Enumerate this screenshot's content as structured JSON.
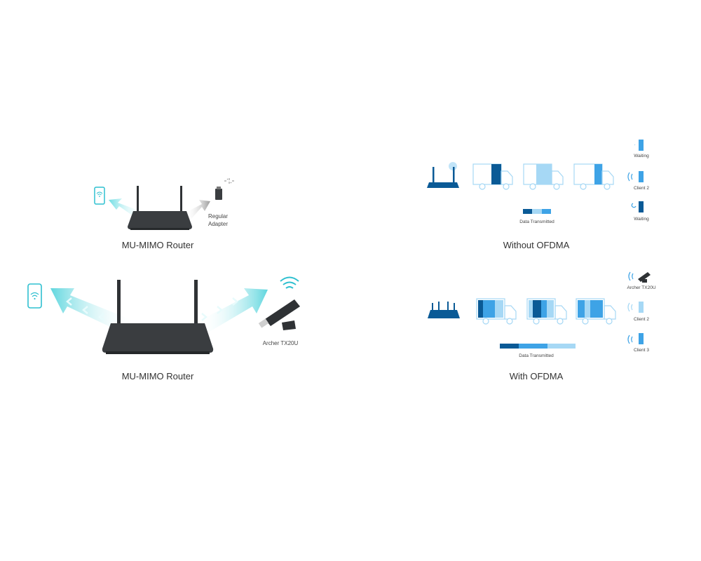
{
  "mimo_top": {
    "caption": "MU-MIMO Router",
    "adapter_label_1": "Regular",
    "adapter_label_2": "Adapter",
    "icons": [
      "phone-wifi-icon",
      "router-icon",
      "usb-adapter-icon",
      "loading-icon"
    ]
  },
  "mimo_bottom": {
    "caption": "MU-MIMO Router",
    "adapter_label": "Archer TX20U",
    "icons": [
      "phone-wifi-icon",
      "router-icon",
      "wifi-icon",
      "usb-adapter-icon"
    ]
  },
  "without_ofdma": {
    "caption": "Without OFDMA",
    "data_label": "Data Transmitted",
    "clients": [
      "Waiting",
      "Client 2",
      "Waiting"
    ]
  },
  "with_ofdma": {
    "caption": "With OFDMA",
    "data_label": "Data Transmitted",
    "clients": [
      "Archer TX20U",
      "Client 2",
      "Client 3"
    ]
  },
  "colors": {
    "dark_blue": "#0a5a96",
    "mid_blue": "#3ea3e6",
    "light_blue": "#a6d8f5",
    "cyan": "#7fe0e6",
    "router_gray": "#3a3d40"
  }
}
